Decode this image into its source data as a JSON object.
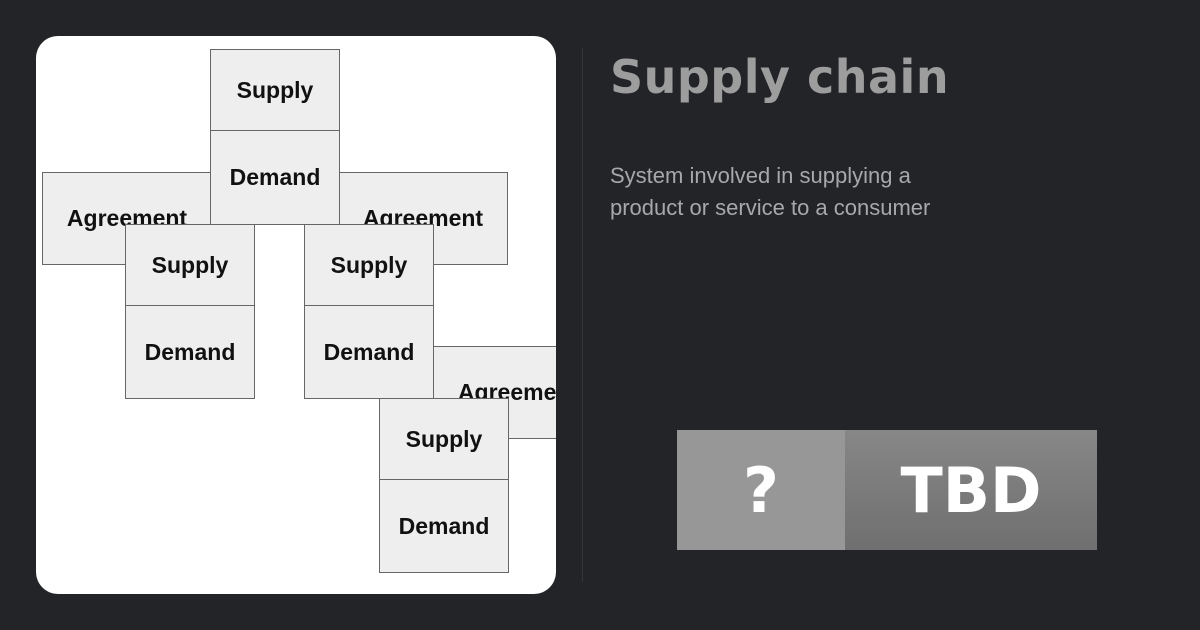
{
  "title": "Supply chain",
  "description": "System involved in supplying a product or service to a consumer",
  "diagram": {
    "supply_label": "Supply",
    "demand_label": "Demand",
    "agreement_label": "Agreement"
  },
  "badge": {
    "symbol": "?",
    "text": "TBD"
  }
}
